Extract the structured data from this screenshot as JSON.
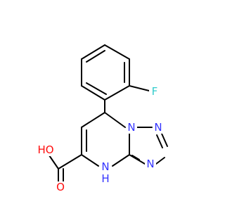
{
  "atoms": {
    "fluorine": {
      "label": "F",
      "color": "#33cccc"
    },
    "nitrogen_1": {
      "label": "N",
      "color": "#3333ff"
    },
    "nitrogen_2": {
      "label": "N",
      "color": "#3333ff"
    },
    "nitrogen_3": {
      "label": "N",
      "color": "#3333ff"
    },
    "nh": {
      "label": "H",
      "color": "#3333ff"
    },
    "nh_nitrogen": {
      "label": "N",
      "color": "#3333ff"
    },
    "hydroxyl": {
      "label": "HO",
      "color": "#ff0d0d"
    },
    "carbonyl_oxygen": {
      "label": "O",
      "color": "#ff0d0d"
    }
  }
}
